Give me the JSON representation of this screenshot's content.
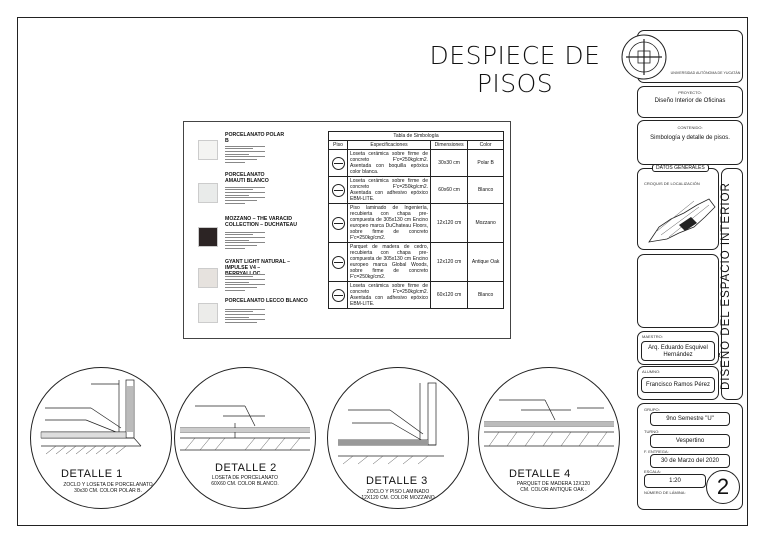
{
  "sheet": {
    "title_line1": "DESPIECE DE",
    "title_line2": "PISOS",
    "university": "UNIVERSIDAD AUTÓNOMA DE YUCATÁN",
    "vertical_title": "DISEÑO DEL ESPACIO INTERIOR"
  },
  "materials": [
    {
      "name": "PORCELANATO POLAR B",
      "color": "#f4f4f2"
    },
    {
      "name": "PORCELANATO AMAUTI BLANCO",
      "color": "#e9ebea"
    },
    {
      "name": "MOZZANO – THE VARACID COLLECTION – DUCHATEAU",
      "color": "#2c2424"
    },
    {
      "name": "GYANT LIGHT NATURAL – IMPULSE V4 – BERRYALLOC",
      "color": "#e6e2de"
    },
    {
      "name": "PORCELANATO LECCO BLANCO",
      "color": "#ececea"
    }
  ],
  "symbology": {
    "title": "Tabla de Simbología",
    "headers": [
      "Piso",
      "Especificaciones",
      "Dimensiones",
      "Color"
    ],
    "rows": [
      {
        "spec": "Loseta cerámica sobre firme de concreto F'c=250kg/cm2. Asentada con boquilla epóxica color blanca.",
        "dim": "30x30 cm",
        "color": "Polar B"
      },
      {
        "spec": "Loseta cerámica sobre firme de concreto F'c=250kg/cm2. Asentada con adhesivo epóxico EBM-LITE.",
        "dim": "60x60 cm",
        "color": "Blanco"
      },
      {
        "spec": "Piso laminado de Ingeniería, recubierta con chapa pre-compuesta de 305x130 cm Encino europeo marca DuChateau Floors, sobre firme de concreto F'c=250kg/cm2.",
        "dim": "12x120 cm",
        "color": "Mozzano"
      },
      {
        "spec": "Parquet de madera de cedro, recubierta con chapa pre-compuesta de 305x130 cm Encino europeo marca Global Woods, sobre firme de concreto F'c=250kg/cm2.",
        "dim": "12x120 cm",
        "color": "Antique Oak"
      },
      {
        "spec": "Loseta cerámica sobre firme de concreto F'c=250kg/cm2. Asentada con adhesivo epóxico EBM-LITE.",
        "dim": "60x120 cm",
        "color": "Blanco"
      }
    ]
  },
  "details": [
    {
      "title": "DETALLE 1",
      "line1": "ZOCLO Y LOSETA DE PORCELANATO",
      "line2": "30x30 CM. COLOR POLAR B."
    },
    {
      "title": "DETALLE 2",
      "line1": "LOSETA DE PORCELANATO",
      "line2": "60X60 CM. COLOR BLANCO."
    },
    {
      "title": "DETALLE 3",
      "line1": "ZOCLO Y PISO LAMINADO",
      "line2": "12X120 CM. COLOR MOZZANO"
    },
    {
      "title": "DETALLE 4",
      "line1": "PARQUET DE MADERA 12X120",
      "line2": "CM. COLOR ANTIQUE OAK ."
    }
  ],
  "titleblock": {
    "proyecto_label": "PROYECTO:",
    "proyecto": "Diseño Interior de Oficinas",
    "contenido_label": "CONTENIDO:",
    "contenido": "Simbología y detalle de pisos.",
    "datos_label": "DATOS GENERALES",
    "croquis_label": "CROQUIS DE LOCALIZACIÓN",
    "maestro_label": "MAESTRO:",
    "maestro": "Arq. Eduardo Esquivel Hernández",
    "alumno_label": "ALUMNO:",
    "alumno": "Francisco Ramos Pérez",
    "grupo_label": "GRUPO:",
    "grupo": "9no Semestre \"U\"",
    "turno_label": "TURNO:",
    "turno": "Vespertino",
    "entrega_label": "F. ENTREGA:",
    "entrega": "30 de Marzo del 2020",
    "escala_label": "ESCALA:",
    "escala": "1:20",
    "lamina_label": "NÚMERO DE LÁMINA:",
    "lamina": "2"
  }
}
